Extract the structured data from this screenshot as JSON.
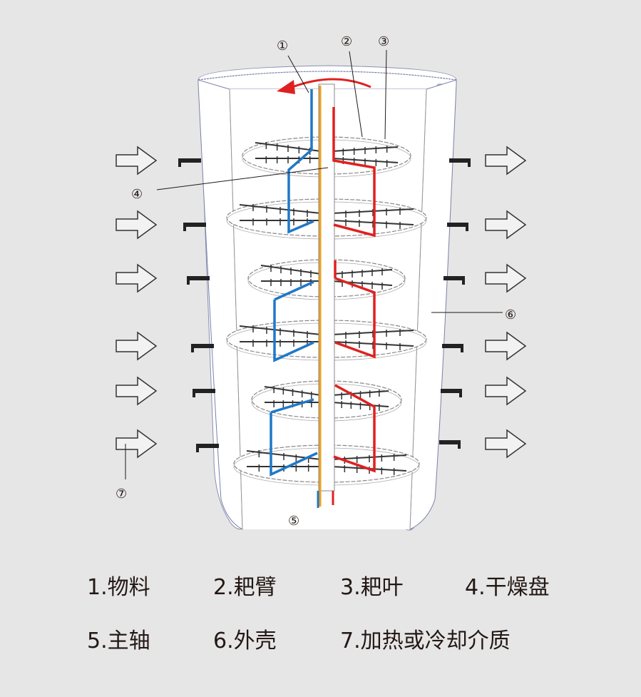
{
  "diagram": {
    "title_hidden": "",
    "callouts": [
      {
        "id": "1",
        "glyph": "①"
      },
      {
        "id": "2",
        "glyph": "②"
      },
      {
        "id": "3",
        "glyph": "③"
      },
      {
        "id": "4",
        "glyph": "④"
      },
      {
        "id": "5",
        "glyph": "⑤"
      },
      {
        "id": "6",
        "glyph": "⑥"
      },
      {
        "id": "7",
        "glyph": "⑦"
      }
    ],
    "colors": {
      "background": "#e6e6e6",
      "shell": "#ffffff",
      "material_pipe": "#1f78c8",
      "shaft_pipe": "#f0a01e",
      "hot_pipe": "#e02020",
      "rotation_arrow": "#e02020",
      "outline": "#231815"
    },
    "tray_count": 6,
    "inlet_arrows": 6,
    "outlet_arrows": 6
  },
  "legend": {
    "items": [
      {
        "label": "1.物料"
      },
      {
        "label": "2.耙臂"
      },
      {
        "label": "3.耙叶"
      },
      {
        "label": "4.干燥盘"
      },
      {
        "label": "5.主轴"
      },
      {
        "label": "6.外壳"
      },
      {
        "label": "7.加热或冷却介质"
      }
    ]
  }
}
